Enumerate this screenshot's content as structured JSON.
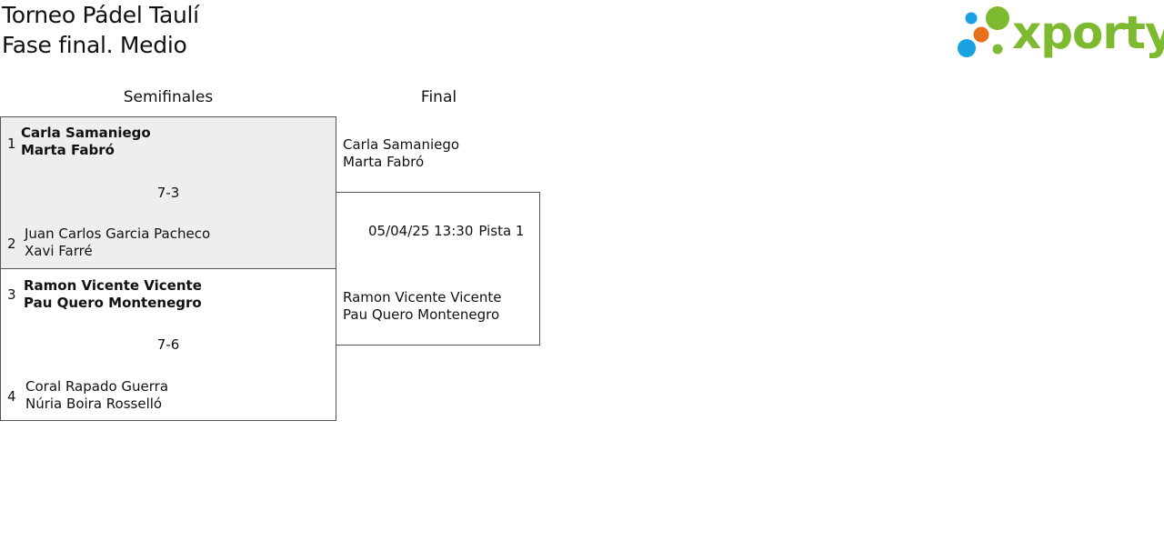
{
  "page": {
    "title_line1": "Torneo Pádel Taulí",
    "title_line2": "Fase final. Medio"
  },
  "logo": {
    "text": "xporty",
    "colors": {
      "green": "#7dba2f",
      "blue": "#1aa1e3",
      "orange": "#e8701a"
    }
  },
  "rounds": {
    "semis_label": "Semifinales",
    "final_label": "Final"
  },
  "semifinals": [
    {
      "score": "7-3",
      "top": {
        "seed": "1",
        "player1": "Carla Samaniego",
        "player2": "Marta Fabró"
      },
      "bottom": {
        "seed": "2",
        "player1": "Juan Carlos Garcia Pacheco",
        "player2": "Xavi Farré"
      }
    },
    {
      "score": "7-6",
      "top": {
        "seed": "3",
        "player1": "Ramon Vicente Vicente",
        "player2": "Pau Quero Montenegro"
      },
      "bottom": {
        "seed": "4",
        "player1": "Coral Rapado Guerra",
        "player2": "Núria Boira Rosselló"
      }
    }
  ],
  "final": {
    "datetime": "05/04/25 13:30",
    "court": "Pista 1",
    "top": {
      "player1": "Carla Samaniego",
      "player2": "Marta Fabró"
    },
    "bottom": {
      "player1": "Ramon Vicente Vicente",
      "player2": "Pau Quero Montenegro"
    }
  }
}
